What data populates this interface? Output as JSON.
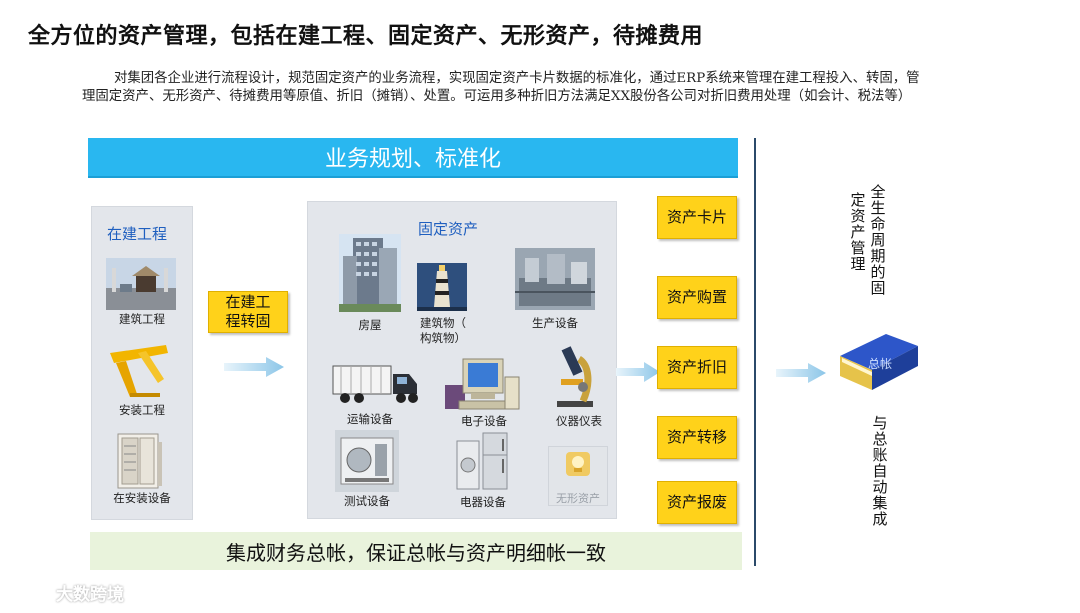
{
  "title": "全方位的资产管理，包括在建工程、固定资产、无形资产，待摊费用",
  "intro": "对集团各企业进行流程设计，规范固定资产的业务流程，实现固定资产卡片数据的标准化，通过ERP系统来管理在建工程投入、转固，管理固定资产、无形资产、待摊费用等原值、折旧（摊销）、处置。可运用多种折旧方法满足XX股份各公司对折旧费用处理（如会计、税法等）",
  "top_banner": "业务规划、标准化",
  "bottom_banner": "集成财务总帐，保证总帐与资产明细帐一致",
  "construction": {
    "title": "在建工程",
    "items": [
      "建筑工程",
      "安装工程",
      "在安装设备"
    ]
  },
  "transfer_label": "在建工\n程转固",
  "fixed_assets": {
    "title": "固定资产",
    "items": [
      "房屋",
      "建筑物（\n构筑物）",
      "生产设备",
      "运输设备",
      "电子设备",
      "仪器仪表",
      "测试设备",
      "电器设备",
      "无形资产"
    ]
  },
  "process_boxes": [
    "资产卡片",
    "资产购置",
    "资产折旧",
    "资产转移",
    "资产报废"
  ],
  "lifecycle_text": "全生命周期的固定资产管理",
  "book_label": "总帐",
  "gl_text": "与总账自动集成",
  "watermark": "大数跨境"
}
